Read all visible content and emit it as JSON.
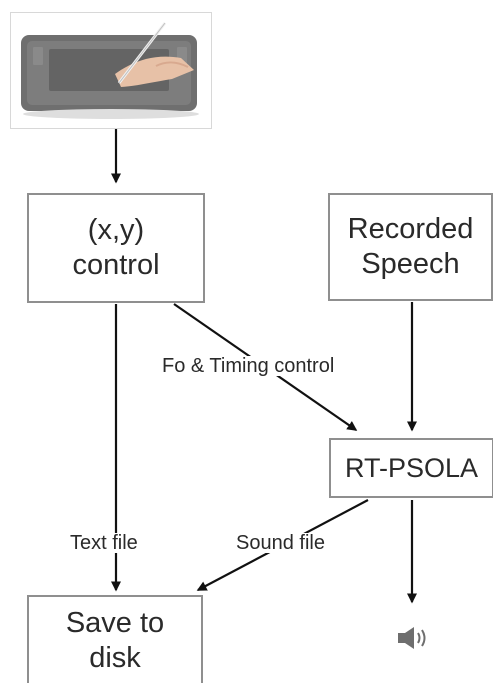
{
  "nodes": {
    "xy_control": "(x,y)\ncontrol",
    "recorded_speech": "Recorded\nSpeech",
    "rt_psola": "RT-PSOLA",
    "save_to_disk": "Save to\ndisk"
  },
  "edge_labels": {
    "fo_timing": "Fo & Timing control",
    "text_file": "Text file",
    "sound_file": "Sound file"
  },
  "icons": {
    "tablet": "drawing-tablet-photo-icon",
    "speaker": "speaker-icon"
  },
  "colors": {
    "line": "#111111",
    "box_border": "#8f8f8f",
    "tablet": "#777777",
    "speaker": "#6e6e6e"
  }
}
